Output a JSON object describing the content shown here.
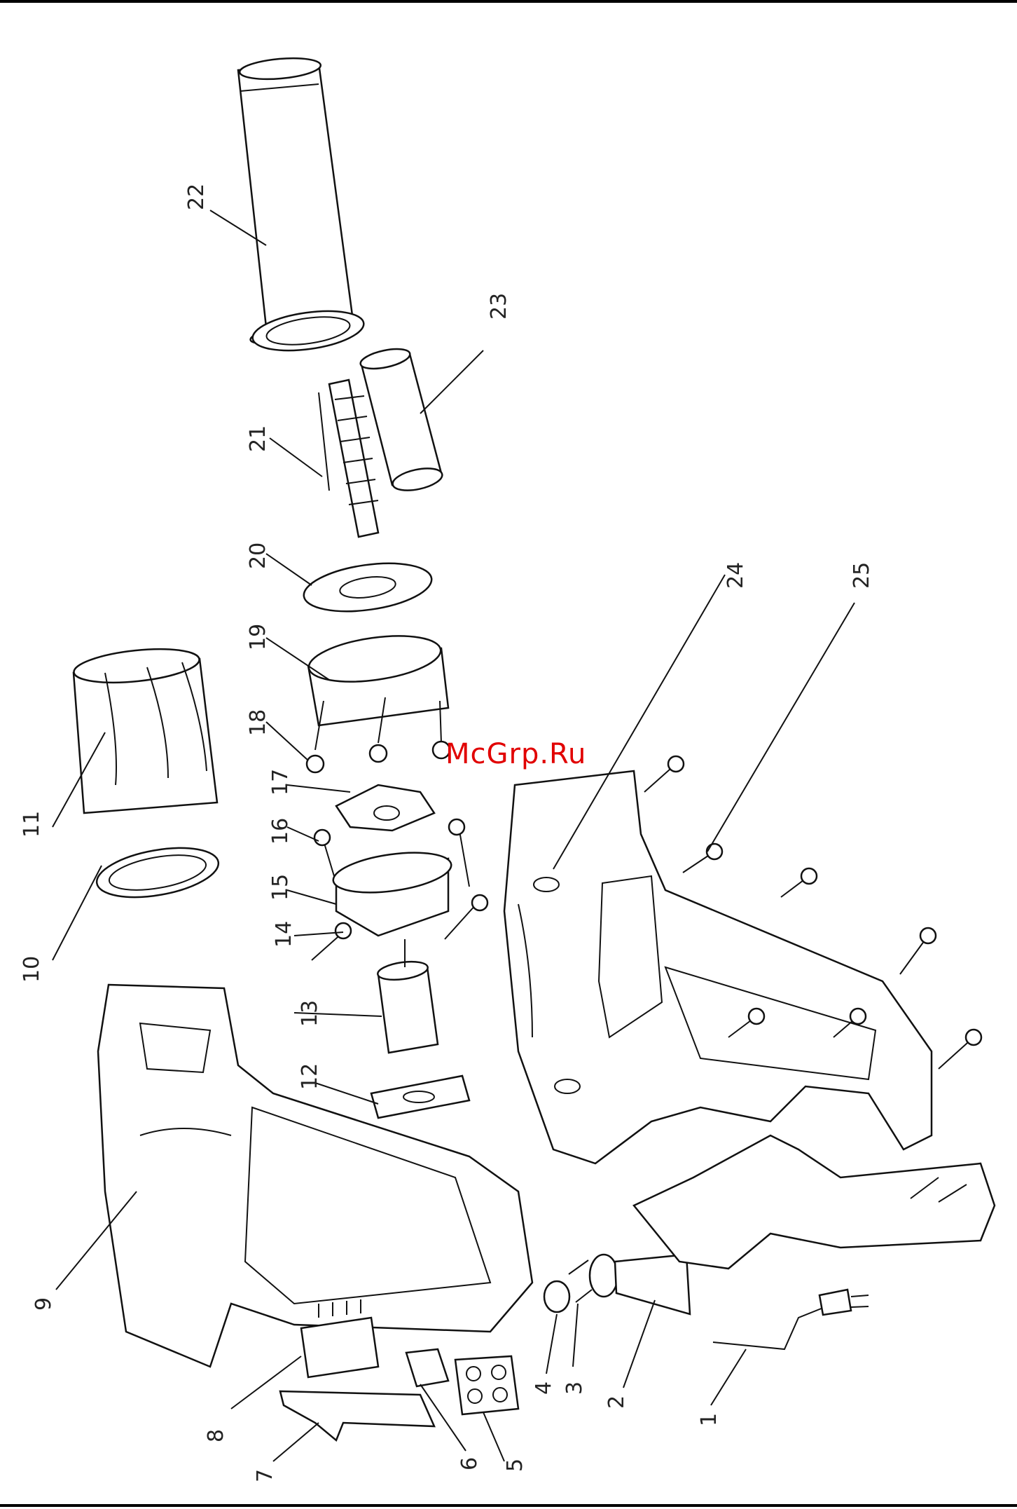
{
  "watermark": "McGrp.Ru",
  "callouts": [
    {
      "id": "c1",
      "text": "1"
    },
    {
      "id": "c2",
      "text": "2"
    },
    {
      "id": "c3",
      "text": "3"
    },
    {
      "id": "c4",
      "text": "4"
    },
    {
      "id": "c5",
      "text": "5"
    },
    {
      "id": "c6",
      "text": "6"
    },
    {
      "id": "c7",
      "text": "7"
    },
    {
      "id": "c8",
      "text": "8"
    },
    {
      "id": "c9",
      "text": "9"
    },
    {
      "id": "c10",
      "text": "10"
    },
    {
      "id": "c11",
      "text": "11"
    },
    {
      "id": "c12",
      "text": "12"
    },
    {
      "id": "c13",
      "text": "13"
    },
    {
      "id": "c14",
      "text": "14"
    },
    {
      "id": "c15",
      "text": "15"
    },
    {
      "id": "c16",
      "text": "16"
    },
    {
      "id": "c17",
      "text": "17"
    },
    {
      "id": "c18",
      "text": "18"
    },
    {
      "id": "c19",
      "text": "19"
    },
    {
      "id": "c20",
      "text": "20"
    },
    {
      "id": "c21",
      "text": "21"
    },
    {
      "id": "c22",
      "text": "22"
    },
    {
      "id": "c23",
      "text": "23"
    },
    {
      "id": "c24",
      "text": "24"
    },
    {
      "id": "c25",
      "text": "25"
    }
  ]
}
